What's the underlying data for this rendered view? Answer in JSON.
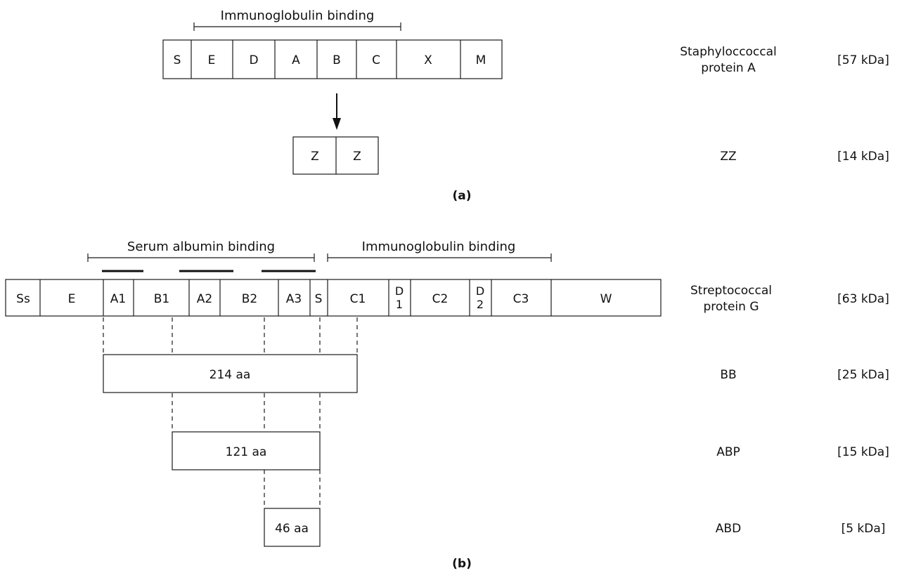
{
  "panel_a": {
    "label": "(a)",
    "bracket_label": "Immunoglobulin binding",
    "protein": {
      "cells": [
        "S",
        "E",
        "D",
        "A",
        "B",
        "C",
        "X",
        "M"
      ],
      "name_line1": "Staphyloccoccal",
      "name_line2": "protein A",
      "mass": "[57 kDa]"
    },
    "derived": {
      "cells": [
        "Z",
        "Z"
      ],
      "name": "ZZ",
      "mass": "[14 kDa]"
    }
  },
  "panel_b": {
    "label": "(b)",
    "bracket_left_label": "Serum albumin binding",
    "bracket_right_label": "Immunoglobulin binding",
    "protein": {
      "cells": [
        "Ss",
        "E",
        "A1",
        "B1",
        "A2",
        "B2",
        "A3",
        "S",
        "C1",
        "D 1",
        "C2",
        "D 2",
        "C3",
        "W"
      ],
      "name_line1": "Streptococcal",
      "name_line2": "protein G",
      "mass": "[63 kDa]"
    },
    "fragments": [
      {
        "length": "214 aa",
        "name": "BB",
        "mass": "[25 kDa]"
      },
      {
        "length": "121 aa",
        "name": "ABP",
        "mass": "[15 kDa]"
      },
      {
        "length": "46 aa",
        "name": "ABD",
        "mass": "[5 kDa]"
      }
    ]
  }
}
